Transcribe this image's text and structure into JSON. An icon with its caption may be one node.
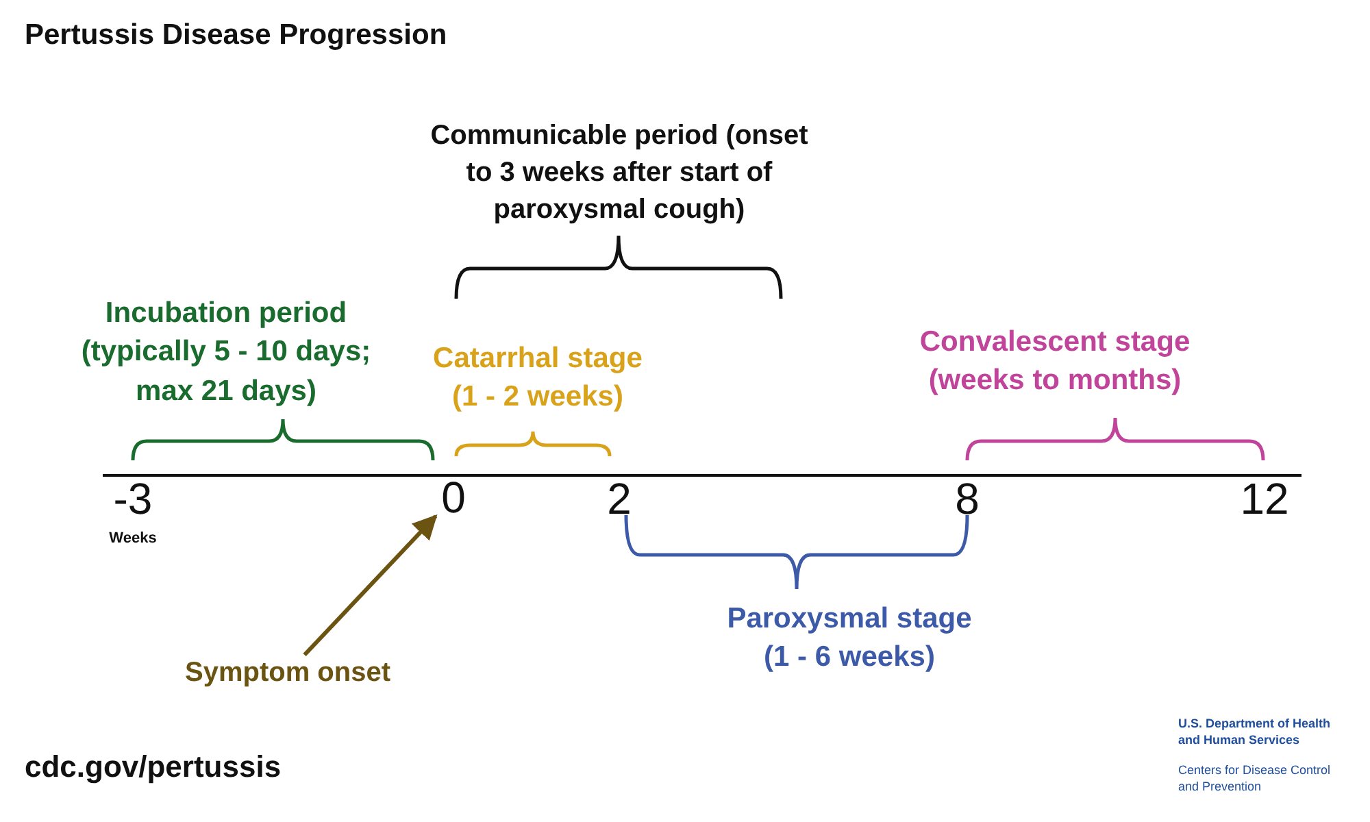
{
  "diagram": {
    "title": "Pertussis Disease Progression",
    "nodes": [
      {
        "text": [
          "Symptom onset"
        ]
      },
      {
        "text": [
          "0"
        ]
      }
    ],
    "edges": [
      {
        "from": 0,
        "to": 1,
        "arrow": "to"
      }
    ],
    "labels": [
      "Communicable period (onset to 3 weeks after start of paroxysmal cough)",
      "Incubation period (typically 5 - 10 days; max 21 days)",
      "Catarrhal stage (1 - 2 weeks)",
      "Convalescent stage (weeks to months)",
      "-3",
      "2",
      "8",
      "12",
      "Weeks",
      "Paroxysmal stage (1 - 6 weeks)",
      "cdc.gov/pertussis",
      "U.S. Department of Health and Human Services",
      "Centers for Disease Control and Prevention"
    ]
  }
}
